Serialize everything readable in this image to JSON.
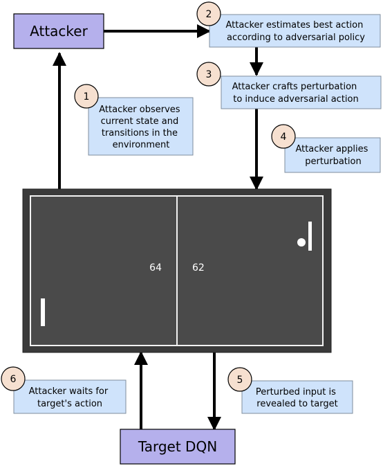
{
  "nodes": {
    "attacker": "Attacker",
    "target": "Target DQN"
  },
  "steps": [
    {
      "number": "1",
      "lines": [
        "Attacker observes",
        "current state and",
        "transitions in the",
        "environment"
      ]
    },
    {
      "number": "2",
      "lines": [
        "Attacker estimates best action",
        "according to adversarial policy"
      ]
    },
    {
      "number": "3",
      "lines": [
        "Attacker crafts perturbation",
        "to induce adversarial action"
      ]
    },
    {
      "number": "4",
      "lines": [
        "Attacker applies",
        "perturbation"
      ]
    },
    {
      "number": "5",
      "lines": [
        "Perturbed input is",
        "revealed to target"
      ]
    },
    {
      "number": "6",
      "lines": [
        "Attacker waits for",
        "target's action"
      ]
    }
  ],
  "game": {
    "score_left": "64",
    "score_right": "62"
  },
  "colors": {
    "node_fill": "#b5b0ec",
    "step_fill": "#cfe3fb",
    "badge_fill": "#f6e0d0",
    "screen_bg": "#4a4a4a",
    "screen_frame": "#3a3a3a",
    "ink": "#000000"
  }
}
